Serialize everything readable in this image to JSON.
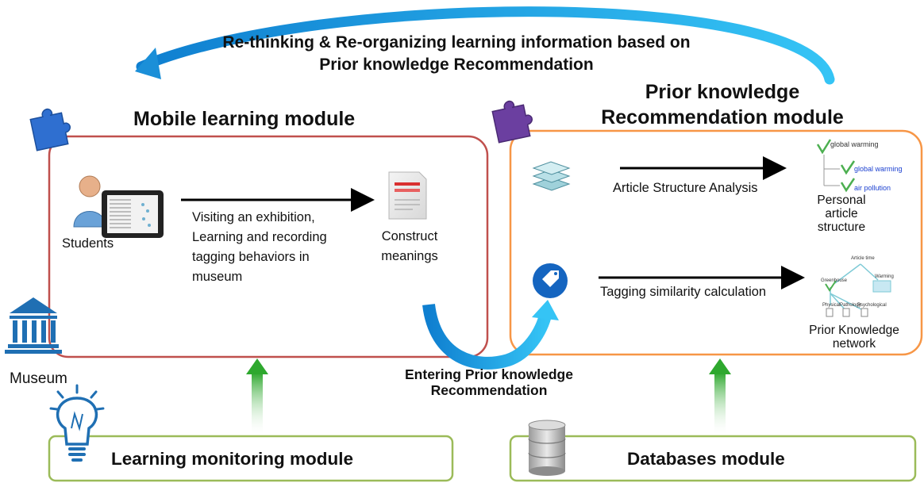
{
  "top_label": {
    "line1": "Re-thinking & Re-organizing learning information based on",
    "line2": "Prior knowledge Recommendation"
  },
  "mobile_module": {
    "title": "Mobile learning module",
    "students_label": "Students",
    "activity": [
      "Visiting an exhibition,",
      "Learning and recording",
      "tagging behaviors in",
      "museum"
    ],
    "result": [
      "Construct",
      "meanings"
    ],
    "colors": {
      "border": "#c0504d"
    }
  },
  "museum_label": "Museum",
  "recommendation_module": {
    "title_line1": "Prior knowledge",
    "title_line2": "Recommendation module",
    "article_analysis": "Article Structure Analysis",
    "personal_structure": [
      "Personal",
      "article",
      "structure"
    ],
    "tag_example": [
      "global warming",
      "global warming",
      "air pollution"
    ],
    "tagging_calc": "Tagging similarity calculation",
    "prior_network": [
      "Prior Knowledge",
      "network"
    ],
    "network_nodes": [
      "Article time",
      "Greenhouse",
      "Warming",
      "Physical",
      "Pathology",
      "Psychological"
    ],
    "colors": {
      "border": "#f79646"
    }
  },
  "entering_label": {
    "line1": "Entering Prior knowledge",
    "line2": "Recommendation"
  },
  "learning_monitor": {
    "title": "Learning monitoring module",
    "colors": {
      "border": "#9bbb59"
    }
  },
  "databases": {
    "title": "Databases module",
    "colors": {
      "border": "#9bbb59"
    }
  },
  "colors": {
    "accent_arrow": "#1ba1e2",
    "puzzle_blue": "#2f6fd0",
    "puzzle_purple": "#6b3fa0",
    "museum_blue": "#1f6fb3",
    "up_arrow_green": "#3aa83a"
  }
}
